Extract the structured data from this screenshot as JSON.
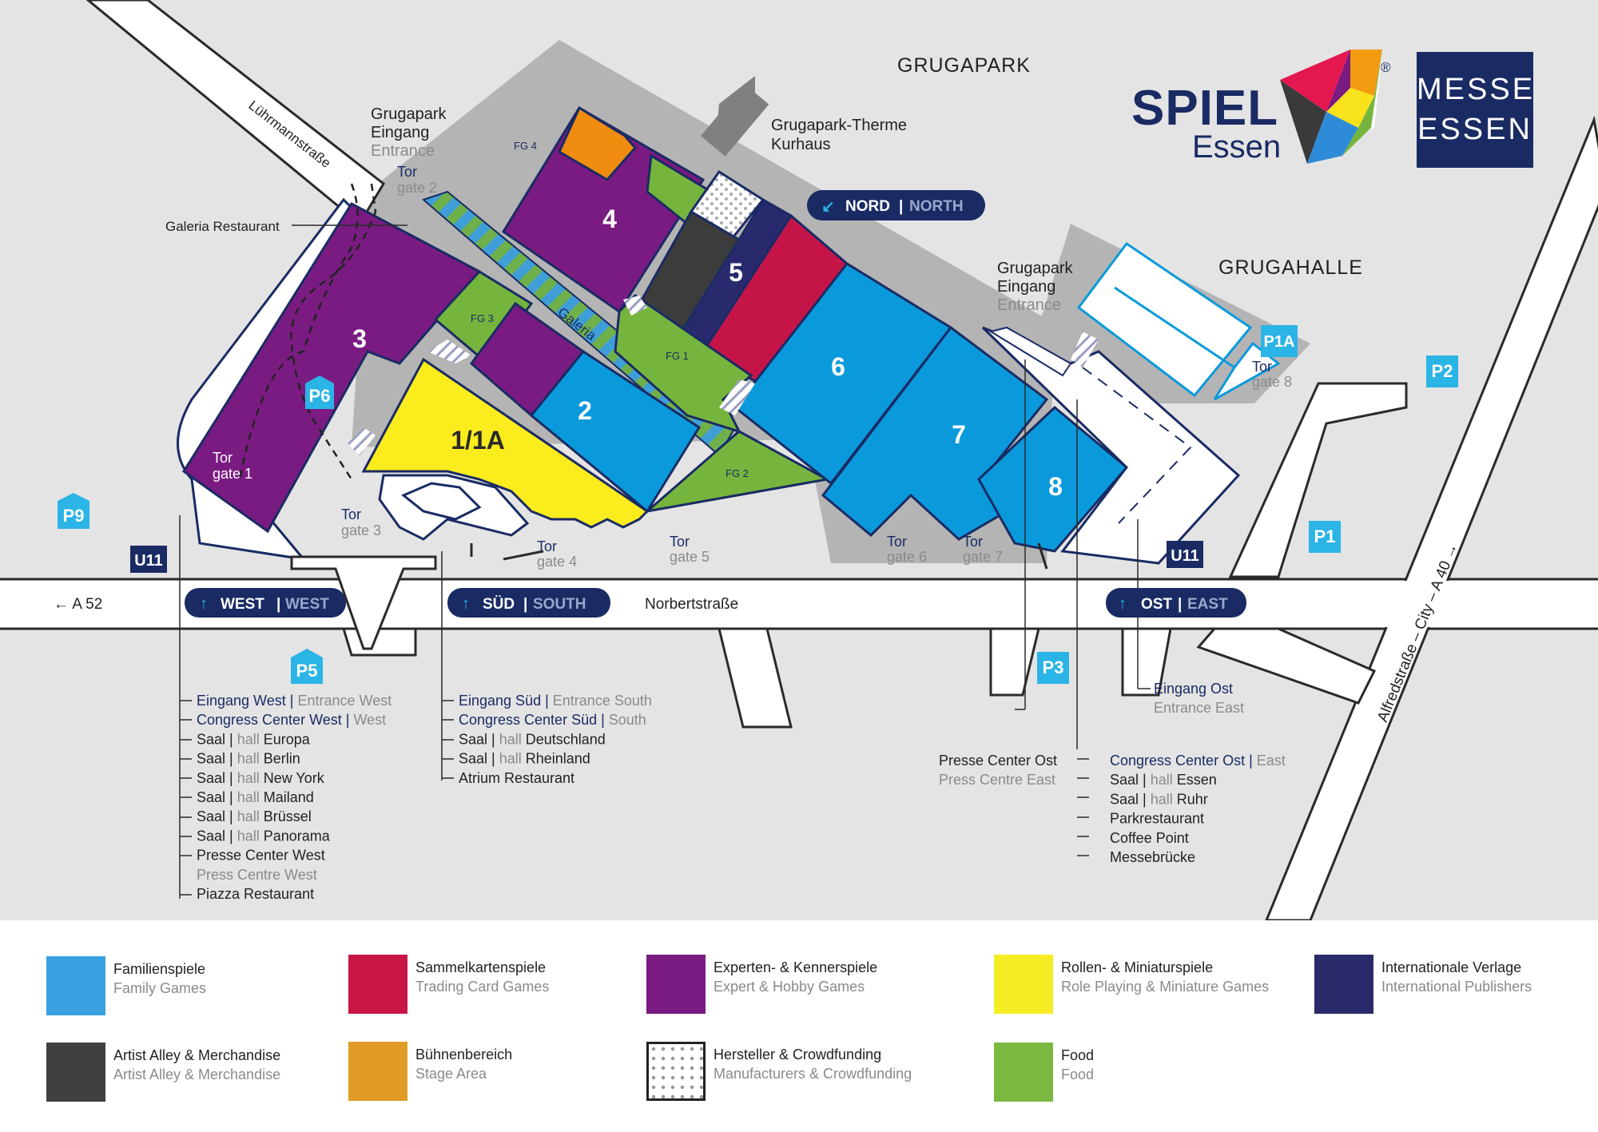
{
  "map": {
    "halls": [
      "3",
      "4",
      "5",
      "6",
      "7",
      "8",
      "2",
      "1/1A"
    ],
    "food_areas": [
      "FG 4",
      "FG 3",
      "FG 1",
      "FG 2"
    ],
    "galeria_label": "Galeria",
    "parking": [
      "P6",
      "P9",
      "P5",
      "P3",
      "P2",
      "P1",
      "P1A"
    ],
    "transit": [
      "U11",
      "U11"
    ],
    "entrances": {
      "west": {
        "de": "WEST",
        "en": "WEST"
      },
      "south": {
        "de": "SÜD",
        "en": "SOUTH"
      },
      "east": {
        "de": "OST",
        "en": "EAST"
      },
      "north": {
        "de": "NORD",
        "en": "NORTH"
      }
    },
    "gates": [
      {
        "tor": "Tor",
        "gate": "gate 1"
      },
      {
        "tor": "Tor",
        "gate": "gate 2"
      },
      {
        "tor": "Tor",
        "gate": "gate 3"
      },
      {
        "tor": "Tor",
        "gate": "gate 4"
      },
      {
        "tor": "Tor",
        "gate": "gate 5"
      },
      {
        "tor": "Tor",
        "gate": "gate 6"
      },
      {
        "tor": "Tor",
        "gate": "gate 7"
      },
      {
        "tor": "Tor",
        "gate": "gate 8"
      }
    ],
    "places": {
      "grugapark": "GRUGAPARK",
      "grugahalle": "GRUGAHALLE",
      "therme_1": "Grugapark-Therme",
      "therme_2": "Kurhaus",
      "park_entrance_1": {
        "l1": "Grugapark",
        "l2": "Eingang",
        "l3": "Entrance"
      },
      "park_entrance_2": {
        "l1": "Grugapark",
        "l2": "Eingang",
        "l3": "Entrance"
      },
      "galeria_restaurant": "Galeria Restaurant"
    },
    "streets": {
      "luehrmann": "Lührmannstraße",
      "norbert": "Norbertstraße",
      "a52": "← A 52",
      "alfred": "Alfredstraße – City – A 40 →"
    }
  },
  "info": {
    "west": [
      {
        "a": "Eingang West",
        "b": "Entrance West"
      },
      {
        "a": "Congress Center West",
        "b": "West"
      },
      {
        "a": "Saal",
        "h": "hall",
        "c": "Europa"
      },
      {
        "a": "Saal",
        "h": "hall",
        "c": "Berlin"
      },
      {
        "a": "Saal",
        "h": "hall",
        "c": "New York"
      },
      {
        "a": "Saal",
        "h": "hall",
        "c": "Mailand"
      },
      {
        "a": "Saal",
        "h": "hall",
        "c": "Brüssel"
      },
      {
        "a": "Saal",
        "h": "hall",
        "c": "Panorama"
      },
      {
        "t": "Presse Center West"
      },
      {
        "g": "Press Centre West"
      },
      {
        "t": "Piazza Restaurant"
      }
    ],
    "south": [
      {
        "a": "Eingang Süd",
        "b": "Entrance South"
      },
      {
        "a": "Congress Center Süd",
        "b": "South"
      },
      {
        "a": "Saal",
        "h": "hall",
        "c": "Deutschland"
      },
      {
        "a": "Saal",
        "h": "hall",
        "c": "Rheinland"
      },
      {
        "t": "Atrium Restaurant"
      }
    ],
    "east_entrance": {
      "de": "Eingang Ost",
      "en": "Entrance East"
    },
    "press_east": {
      "de": "Presse Center Ost",
      "en": "Press Centre East"
    },
    "east": [
      {
        "a": "Congress Center Ost",
        "b": "East"
      },
      {
        "a": "Saal",
        "h": "hall",
        "c": "Essen"
      },
      {
        "a": "Saal",
        "h": "hall",
        "c": "Ruhr"
      },
      {
        "t": "Parkrestaurant"
      },
      {
        "t": "Coffee Point"
      },
      {
        "t": "Messebrücke"
      }
    ]
  },
  "logo": {
    "spiel": "SPIEL",
    "essen": "Essen",
    "reg": "®",
    "messe_1": "MESSE",
    "messe_2": "ESSEN"
  },
  "legend": [
    {
      "de": "Familienspiele",
      "en": "Family Games",
      "color": "#3aa0e0"
    },
    {
      "de": "Sammelkartenspiele",
      "en": "Trading Card Games",
      "color": "#c81645"
    },
    {
      "de": "Experten- & Kennerspiele",
      "en": "Expert & Hobby Games",
      "color": "#7a1b82"
    },
    {
      "de": "Rollen- & Miniaturspiele",
      "en": "Role Playing & Miniature Games",
      "color": "#f6ec25"
    },
    {
      "de": "Internationale Verlage",
      "en": "International Publishers",
      "color": "#2a2a6a"
    },
    {
      "de": "Artist Alley & Merchandise",
      "en": "Artist Alley & Merchandise",
      "color": "#3f3f3f"
    },
    {
      "de": "Bühnenbereich",
      "en": "Stage Area",
      "color": "#e09a26"
    },
    {
      "de": "Hersteller & Crowdfunding",
      "en": "Manufacturers & Crowdfunding",
      "color": "dots"
    },
    {
      "de": "Food",
      "en": "Food",
      "color": "#7ab840"
    }
  ],
  "colors": {
    "family": "#0a9adc",
    "trading": "#c51448",
    "expert": "#7a1b82",
    "rpg": "#fbec1d",
    "intl": "#292a6e",
    "artist": "#3c3c3c",
    "stage": "#f08c10",
    "food": "#76b53d",
    "navy": "#1a2b64",
    "cyan": "#2bb4e6",
    "grey": "#b4b4b4",
    "road": "#ffffff"
  }
}
